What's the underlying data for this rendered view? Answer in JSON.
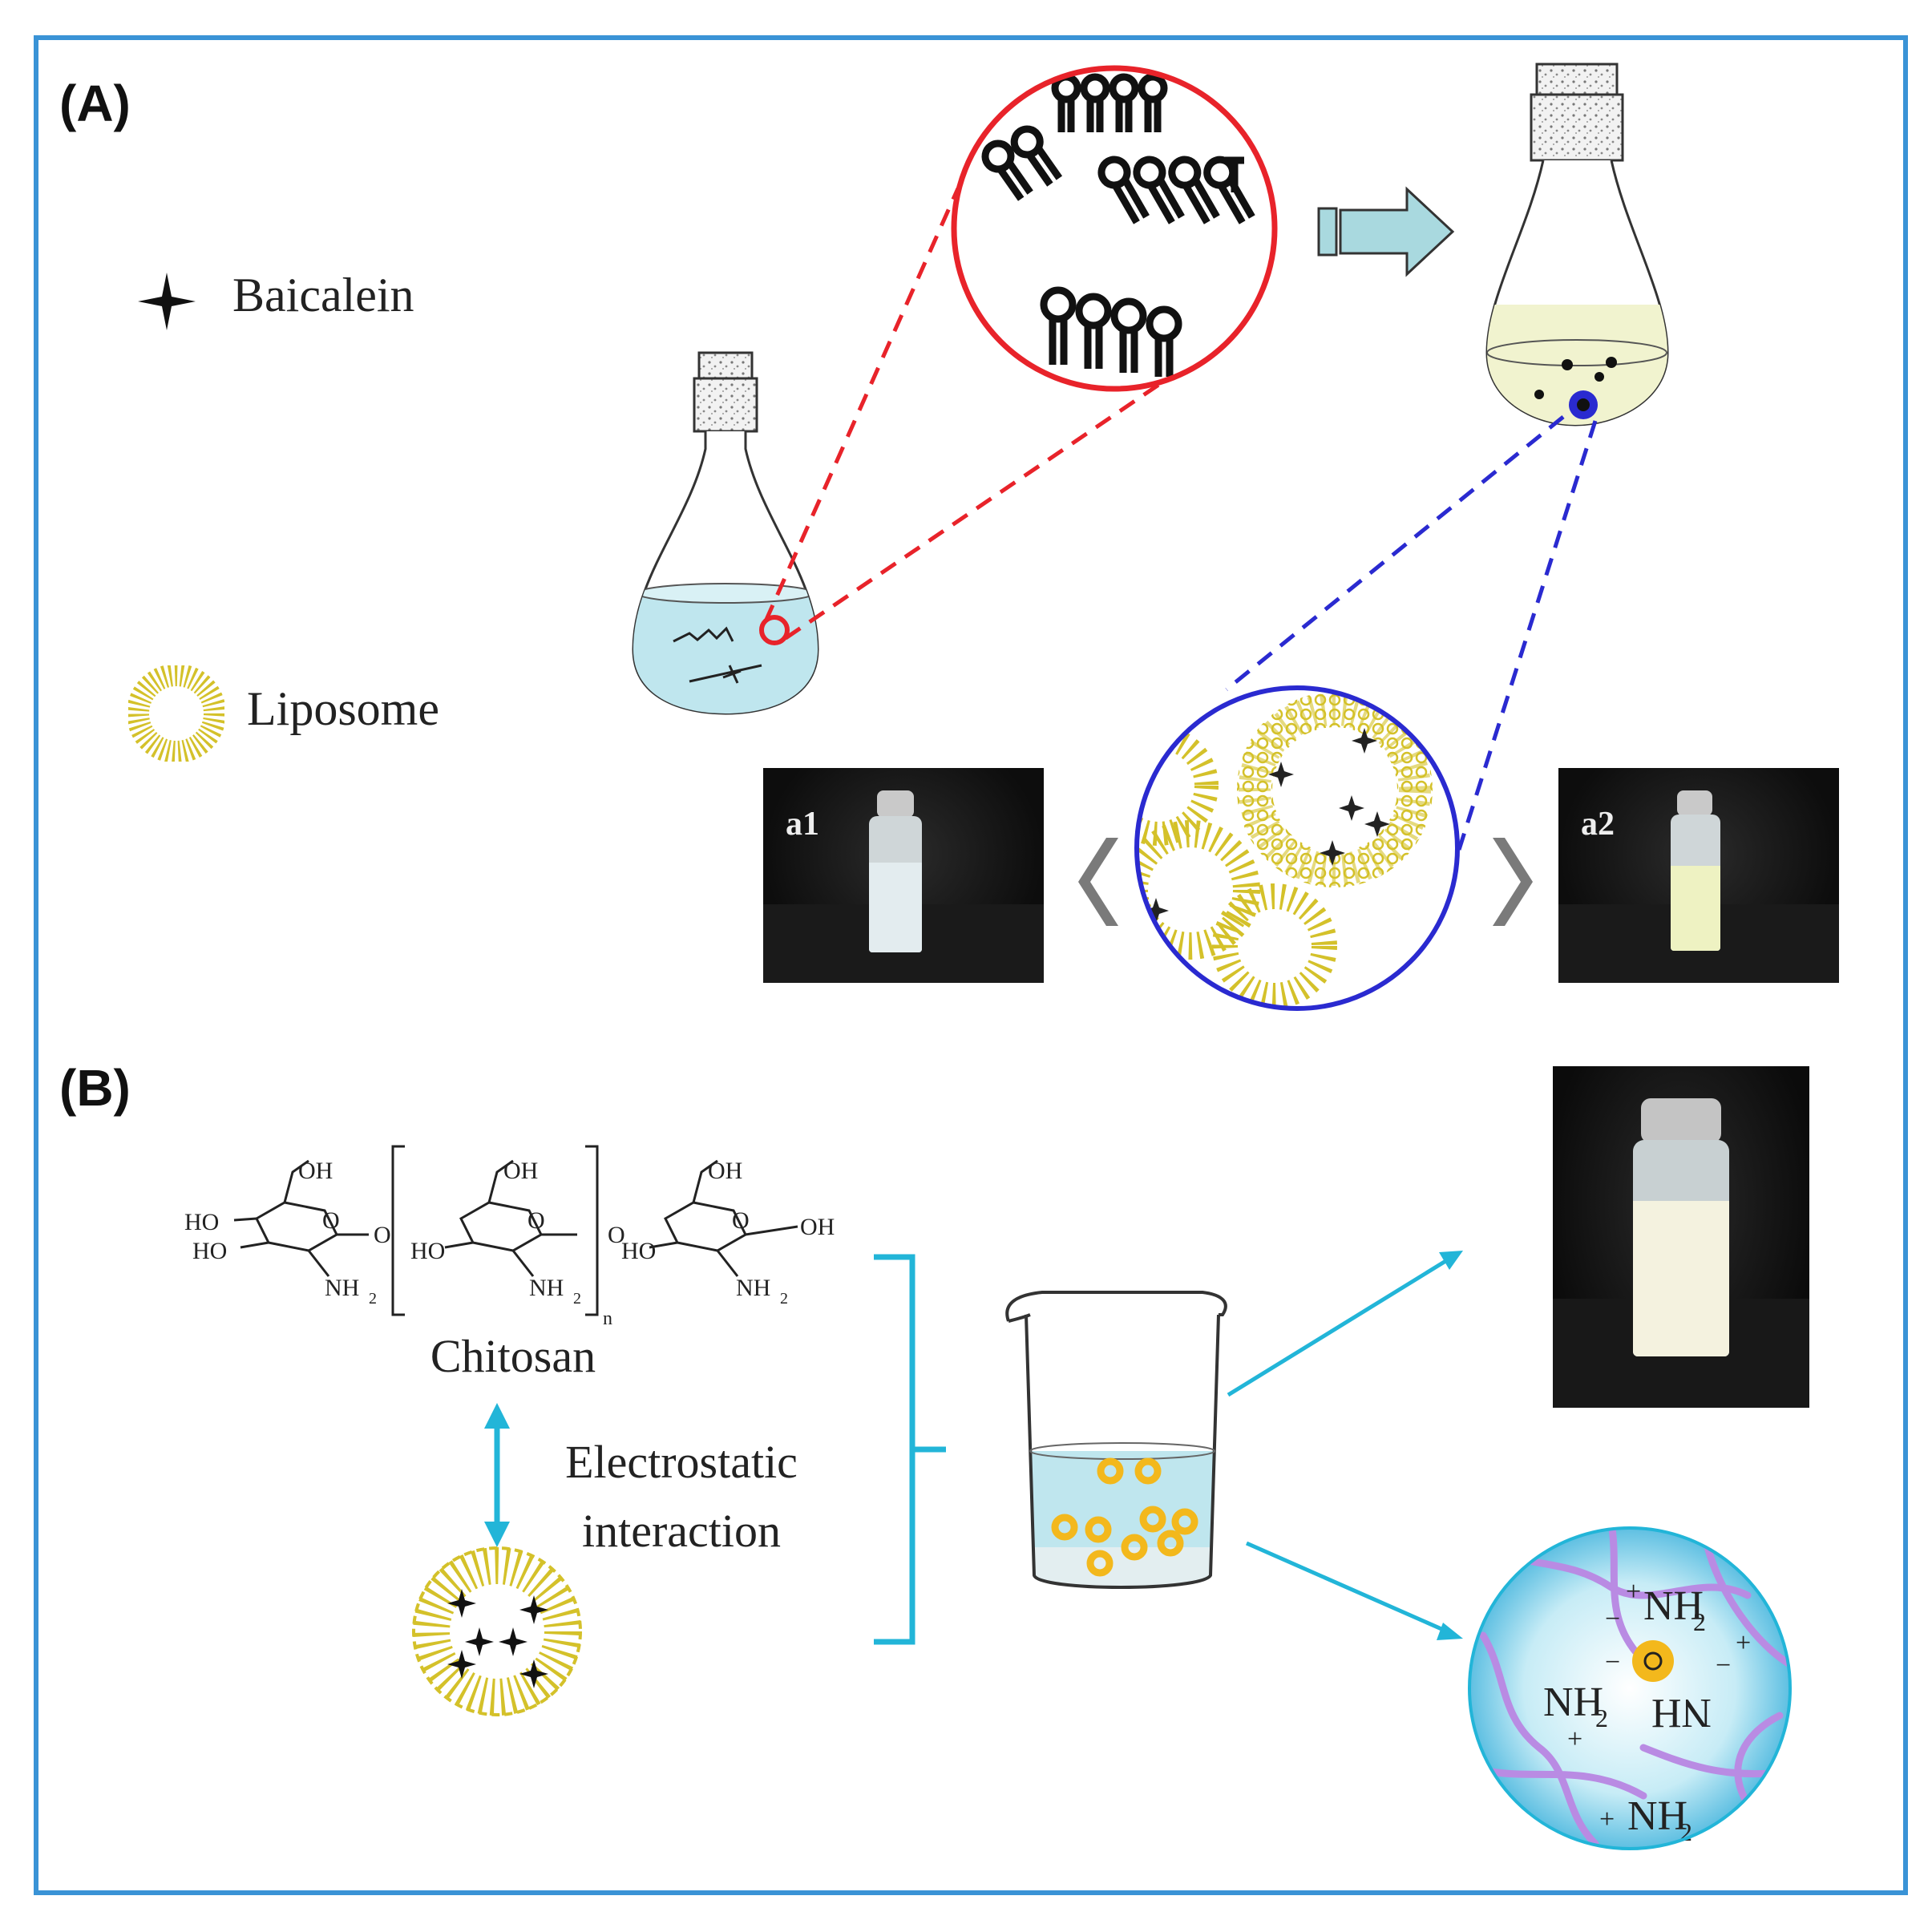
{
  "panels": {
    "a_label": "(A)",
    "b_label": "(B)"
  },
  "legend": {
    "baicalein": "Baicalein",
    "liposome": "Liposome"
  },
  "photos": {
    "a1": "a1",
    "a2": "a2"
  },
  "chitosan": {
    "name": "Chitosan",
    "oh": "OH",
    "ho": "HO",
    "o": "O",
    "nh2": "NH",
    "nh2_sub": "2",
    "n": "n"
  },
  "interaction": {
    "line1": "Electrostatic",
    "line2": "interaction"
  },
  "network": {
    "nh2": "NH",
    "sub": "2",
    "plus": "+",
    "minus": "−"
  },
  "colors": {
    "frame": "#3a93d6",
    "red_zoom": "#e8232a",
    "blue_zoom": "#2a2ad0",
    "liposome": "#d4c12a",
    "cyan": "#22b5d8",
    "solution": "#bfe6ee",
    "yellow_solution": "#f1f3cf",
    "arrow": "#a9d9df"
  }
}
